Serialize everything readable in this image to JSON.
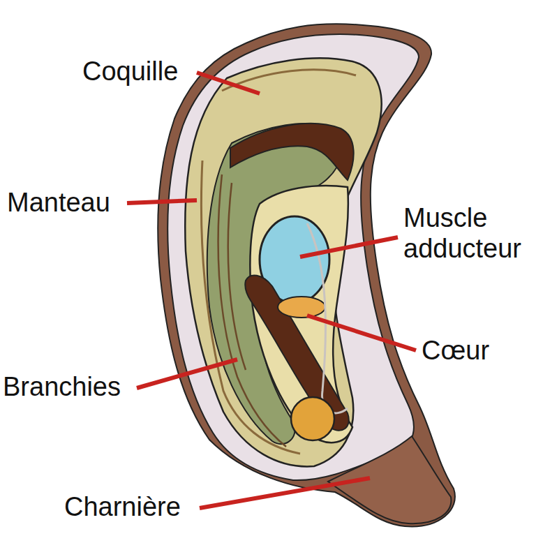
{
  "diagram": {
    "labels": [
      "Coquille",
      "Manteau",
      "Muscle adducteur",
      "Branchies",
      "Cœur",
      "Charnière"
    ]
  }
}
